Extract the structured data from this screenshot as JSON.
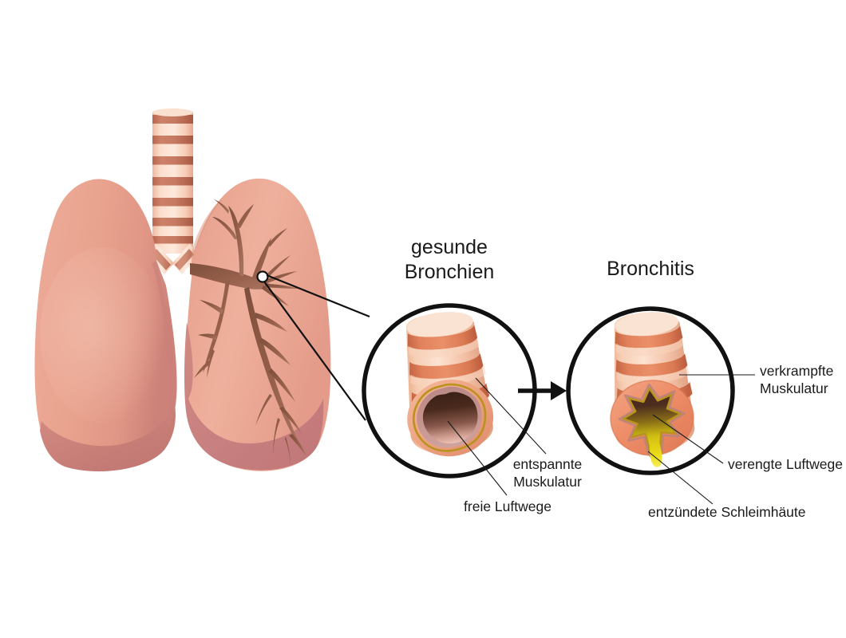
{
  "figure": {
    "title_healthy_line1": "gesunde",
    "title_healthy_line2": "Bronchien",
    "title_diseased": "Bronchitis",
    "background_color": "#ffffff"
  },
  "labels": {
    "relaxed_muscle_line1": "entspannte",
    "relaxed_muscle_line2": "Muskulatur",
    "free_airways": "freie Luftwege",
    "cramped_muscle_line1": "verkrampfte",
    "cramped_muscle_line2": "Muskulatur",
    "narrowed_airways": "verengte Luftwege",
    "inflamed_mucosa": "entzündete Schleimhäute"
  },
  "colors": {
    "lung_tissue": "#e8a18d",
    "lung_tissue_light": "#eeb4a1",
    "lung_lower_lobe": "#c97f7c",
    "bronchial_tree": "#8d5a46",
    "trachea_ring": "#c3705a",
    "trachea_body": "#f7d5c2",
    "bronchus_wall": "#f0b79b",
    "bronchus_ring": "#d9704f",
    "inflamed_wall": "#ef8e6a",
    "mucus_yellow": "#e8d313",
    "lumen_dark": "#3d2218",
    "outline_black": "#111111",
    "text_color": "#1a1a1a"
  },
  "diagram": {
    "arrow_direction": "right",
    "magnifier_marker": "circle-marker",
    "circle_healthy_label": "healthy-bronchus-closeup",
    "circle_diseased_label": "bronchitis-bronchus-closeup"
  }
}
